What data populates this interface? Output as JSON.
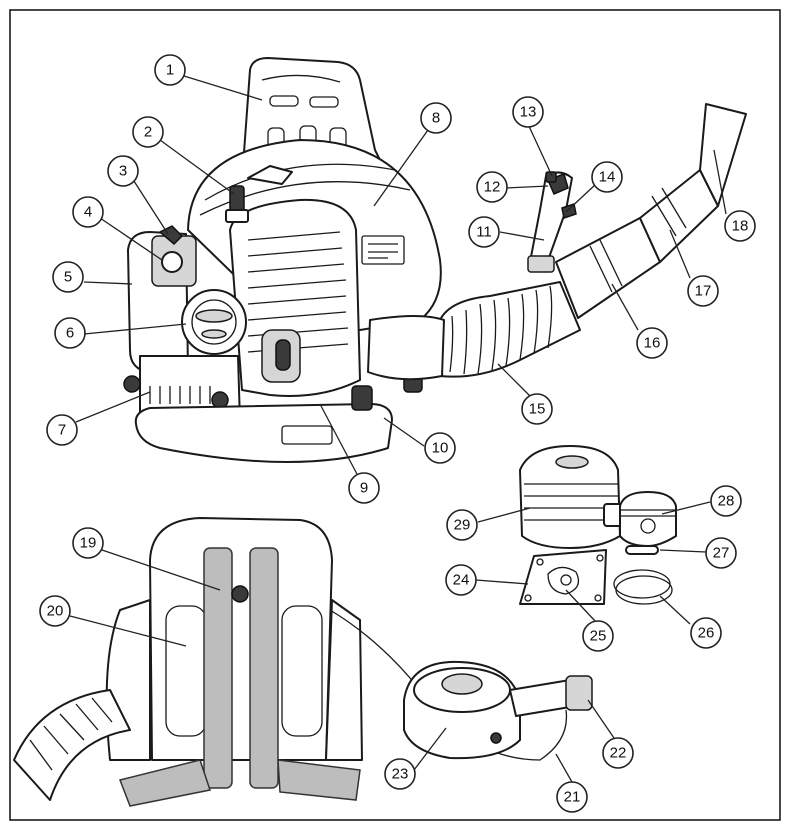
{
  "colors": {
    "line": "#1a1a1a",
    "background": "#ffffff",
    "shade": "#d6d6d6",
    "strap": "#bdbdbd"
  },
  "callouts": [
    {
      "number": "1",
      "part": "frame-handle-icon"
    },
    {
      "number": "2",
      "part": "spark-plug-cap-icon"
    },
    {
      "number": "3",
      "part": "choke-lever-icon"
    },
    {
      "number": "4",
      "part": "carburetor-icon"
    },
    {
      "number": "5",
      "part": "fuel-tank-icon"
    },
    {
      "number": "6",
      "part": "recoil-starter-icon"
    },
    {
      "number": "7",
      "part": "muffler-icon"
    },
    {
      "number": "8",
      "part": "fan-housing-icon"
    },
    {
      "number": "9",
      "part": "base-plate-icon"
    },
    {
      "number": "10",
      "part": "anti-vibration-mount-icon"
    },
    {
      "number": "11",
      "part": "throttle-handle-icon"
    },
    {
      "number": "12",
      "part": "throttle-trigger-icon"
    },
    {
      "number": "13",
      "part": "stop-switch-icon"
    },
    {
      "number": "14",
      "part": "throttle-lock-icon"
    },
    {
      "number": "15",
      "part": "flex-hose-icon"
    },
    {
      "number": "16",
      "part": "upper-pipe-icon"
    },
    {
      "number": "17",
      "part": "extension-pipe-icon"
    },
    {
      "number": "18",
      "part": "nozzle-icon"
    },
    {
      "number": "19",
      "part": "shoulder-strap-icon"
    },
    {
      "number": "20",
      "part": "back-pad-icon"
    },
    {
      "number": "21",
      "part": "throttle-cable-icon"
    },
    {
      "number": "22",
      "part": "elbow-clamp-icon"
    },
    {
      "number": "23",
      "part": "volute-housing-icon"
    },
    {
      "number": "24",
      "part": "cylinder-gasket-icon"
    },
    {
      "number": "25",
      "part": "gasket-port-icon"
    },
    {
      "number": "26",
      "part": "piston-ring-icon"
    },
    {
      "number": "27",
      "part": "piston-pin-icon"
    },
    {
      "number": "28",
      "part": "piston-icon"
    },
    {
      "number": "29",
      "part": "cylinder-icon"
    }
  ]
}
